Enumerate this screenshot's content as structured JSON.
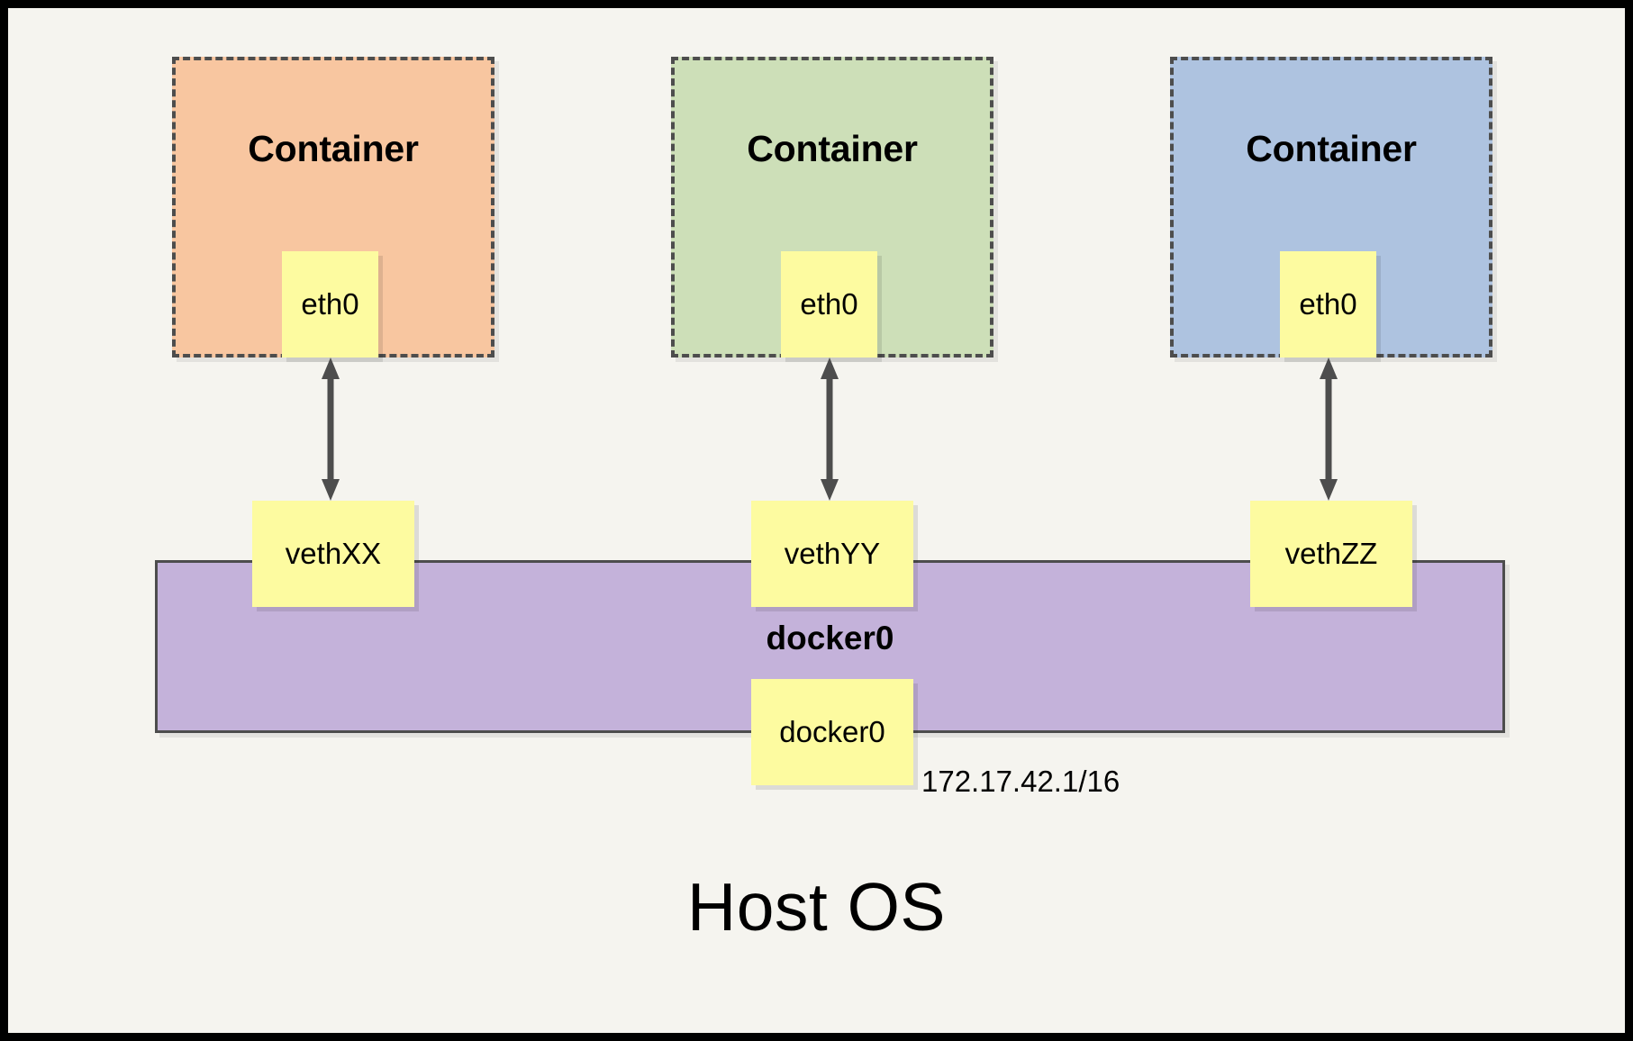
{
  "diagram": {
    "title_text": "Host OS",
    "background_color": "#f5f4ef",
    "border_color": "#000000",
    "containers": [
      {
        "label": "Container",
        "iface_label": "eth0",
        "fill_color": "#f8c6a0",
        "border_color": "#4d4d4d"
      },
      {
        "label": "Container",
        "iface_label": "eth0",
        "fill_color": "#cddfb8",
        "border_color": "#4d4d4d"
      },
      {
        "label": "Container",
        "iface_label": "eth0",
        "fill_color": "#aec3e0",
        "border_color": "#4d4d4d"
      }
    ],
    "veth_pairs": [
      {
        "label": "vethXX"
      },
      {
        "label": "vethYY"
      },
      {
        "label": "vethZZ"
      }
    ],
    "bridge": {
      "name": "docker0",
      "iface_label": "docker0",
      "ip_address": "172.17.42.1/16",
      "fill_color": "#c4b2da",
      "border_color": "#4d4d4d"
    },
    "iface_fill_color": "#fdfba0",
    "arrow_color": "#4d4d4d"
  }
}
